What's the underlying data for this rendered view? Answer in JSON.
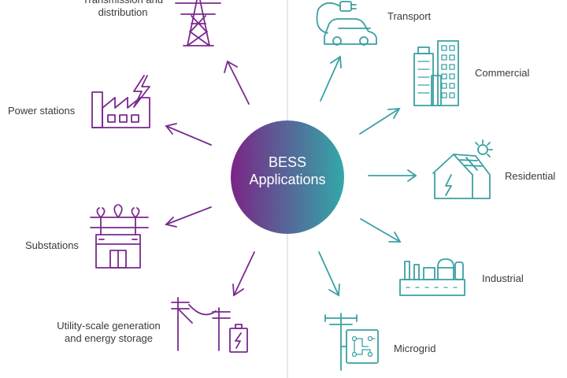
{
  "hub": {
    "line1": "BESS",
    "line2": "Applications"
  },
  "left_labels": {
    "transmission_line1": "Transmission and",
    "transmission_line2": "distribution",
    "power_stations": "Power stations",
    "substations": "Substations",
    "utility_line1": "Utility-scale generation",
    "utility_line2": "and energy storage"
  },
  "right_labels": {
    "transport": "Transport",
    "commercial": "Commercial",
    "residential": "Residential",
    "industrial": "Industrial",
    "microgrid": "Microgrid"
  },
  "colors": {
    "purple": "#7a2a8c",
    "teal": "#3aa0a3",
    "hub_left": "#7b2586",
    "hub_right": "#32a8a9",
    "divider": "#d0d0d0",
    "text": "#3a3a3a"
  }
}
